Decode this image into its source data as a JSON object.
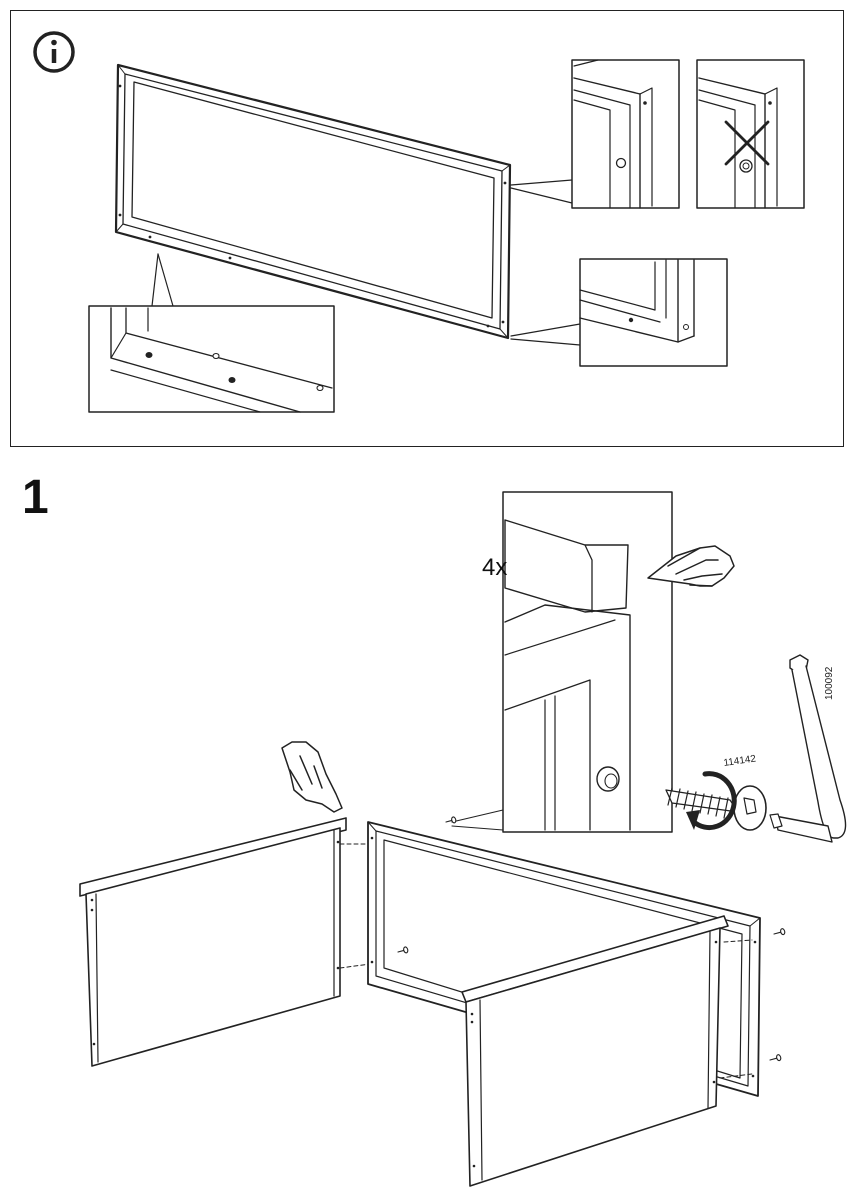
{
  "info_section": {
    "icon": "info-icon",
    "zoom_details": [
      "hole-position-correct",
      "hole-position-incorrect",
      "bottom-rail-holes",
      "side-corner-detail"
    ]
  },
  "step": {
    "number": "1",
    "quantity": "4x",
    "screw_part": "114142",
    "key_part": "100092",
    "icons": [
      "pointing-hand-icon",
      "pointing-hand-down-icon",
      "rotate-arrow-icon",
      "allen-key-icon"
    ]
  },
  "colors": {
    "line": "#222222",
    "panel_fill": "#ffffff",
    "shade": "#dddddd"
  }
}
